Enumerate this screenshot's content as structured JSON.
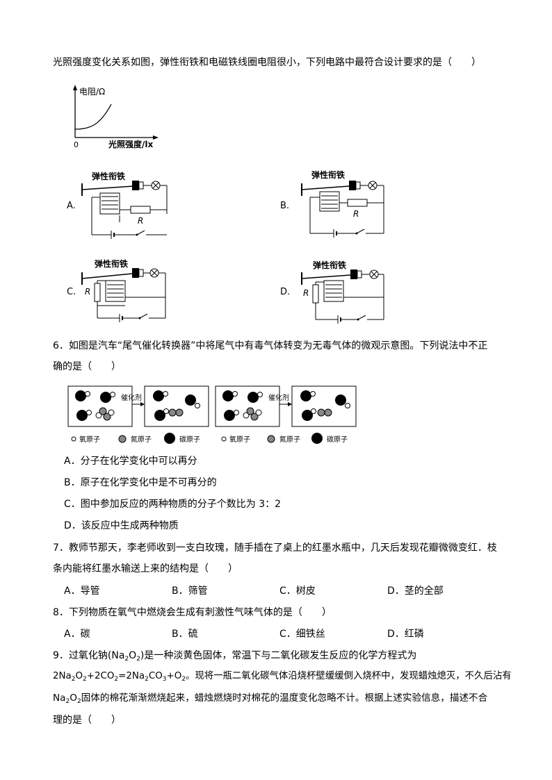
{
  "intro_line": "光照强度变化关系如图，弹性衔铁和电磁铁线圈电阻很小，下列电路中最符合设计要求的是（　　）",
  "graph": {
    "ylabel": "电阻/Ω",
    "xlabel": "光照强度/lx",
    "origin": "0"
  },
  "circuit_options": [
    {
      "letter": "A.",
      "armature": "弹性衔铁",
      "r": "R"
    },
    {
      "letter": "B.",
      "armature": "弹性衔铁",
      "r": "R"
    },
    {
      "letter": "C.",
      "armature": "弹性衔铁",
      "r": "R"
    },
    {
      "letter": "D.",
      "armature": "弹性衔铁",
      "r": "R"
    }
  ],
  "q6": {
    "line1": "6．如图是汽车“尾气催化转换器”中将尾气中有毒气体转变为无毒气体的微观示意图。下列说法中不正",
    "line2": "确的是（　　）",
    "catalyst": "催化剂",
    "legend": [
      "氧原子",
      "氮原子",
      "碳原子"
    ],
    "options": [
      "A．分子在化学变化中可以再分",
      "B．原子在化学变化中是不可再分的",
      "C．图中参加反应的两种物质的分子个数比为 3：2",
      "D．该反应中生成两种物质"
    ]
  },
  "q7": {
    "line1": "7．教师节那天，李老师收到一支白玫瑰，随手插在了桌上的红墨水瓶中，几天后发现花瓣微微变红．枝",
    "line2": "条内能将红墨水输送上来的结构是（　　）",
    "options": [
      "A．导管",
      "B．筛管",
      "C．树皮",
      "D．茎的全部"
    ]
  },
  "q8": {
    "line1": "8．下列物质在氧气中燃烧会生成有刺激性气味气体的是（　　）",
    "options": [
      "A．碳",
      "B．硫",
      "C．细铁丝",
      "D．红磷"
    ]
  },
  "q9": {
    "l1a": "9．过氧化钠(Na",
    "l1b": "O",
    "l1c": ")是一种淡黄色固体，常温下与二氧化碳发生反应的化学方程式为",
    "eq_a": "2Na",
    "eq_b": "O",
    "eq_c": "+2CO",
    "eq_d": "=2Na",
    "eq_e": "CO",
    "eq_f": "+O",
    "eq_g": "。现将一瓶二氧化碳气体沿烧杯壁缓缓倒入烧杯中，发现蜡烛熄灭，不久后沾有",
    "l3a": "Na",
    "l3b": "O",
    "l3c": "固体的棉花渐渐燃烧起来，蜡烛燃烧时对棉花的温度变化忽略不计。根据上述实验信息，描述不合",
    "line4": "理的是（　　）",
    "sub2": "2",
    "sub3": "3"
  }
}
